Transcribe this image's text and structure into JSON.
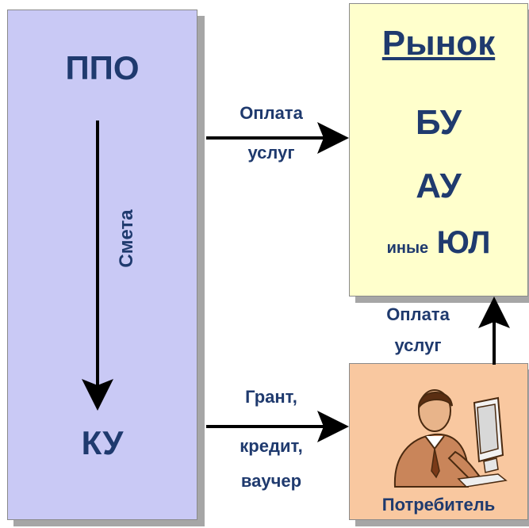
{
  "left_block": {
    "top_label": "ППО",
    "bottom_label": "КУ",
    "arrow_label": "Смета"
  },
  "market": {
    "title": "Рынок",
    "line1": "БУ",
    "line2": "АУ",
    "line3_small": "иные",
    "line3_big": "ЮЛ"
  },
  "consumer": {
    "label": "Потребитель",
    "icon": "person-at-computer-icon"
  },
  "arrows": {
    "top_label_1": "Оплата",
    "top_label_2": "услуг",
    "bottom_label_1": "Грант,",
    "bottom_label_2": "кредит,",
    "bottom_label_3": "ваучер",
    "right_label_1": "Оплата",
    "right_label_2": "услуг"
  },
  "colors": {
    "left_fill": "#c9c9f5",
    "market_fill": "#ffffcc",
    "consumer_fill": "#f9c8a0",
    "text": "#1f3a6e"
  }
}
